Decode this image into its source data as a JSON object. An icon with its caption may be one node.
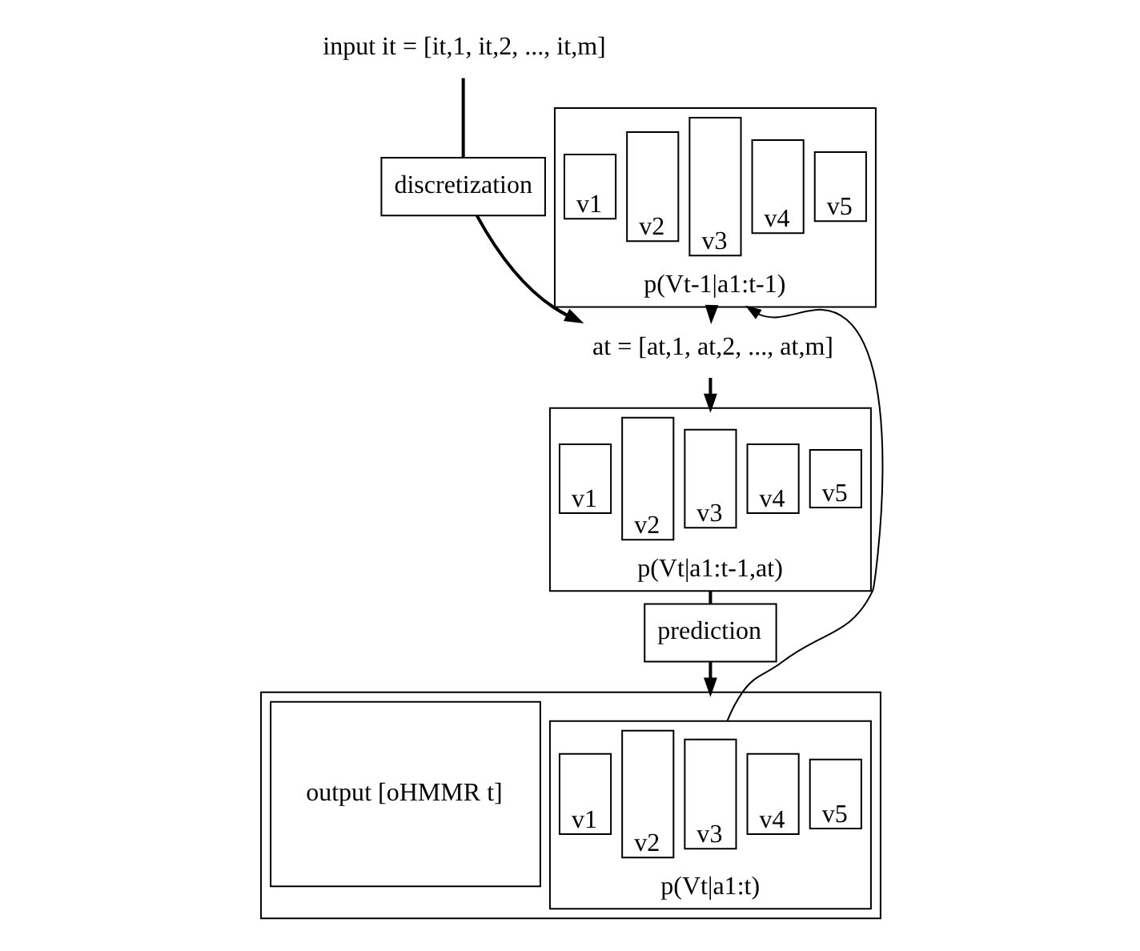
{
  "diagram": {
    "nodes": [
      {
        "text": [
          "input it = [it,1, it,2, ..., it,m]"
        ]
      },
      {
        "text": [
          "p(Vt-1|a1:t-1)"
        ]
      },
      {
        "text": [
          "v1"
        ],
        "in": 1
      },
      {
        "text": [
          "v2"
        ],
        "in": 1
      },
      {
        "text": [
          "v3"
        ],
        "in": 1
      },
      {
        "text": [
          "v4"
        ],
        "in": 1
      },
      {
        "text": [
          "v5"
        ],
        "in": 1
      },
      {
        "text": [
          "discretization"
        ]
      },
      {
        "text": [
          "at = [at,1, at,2, ..., at,m]"
        ]
      },
      {
        "text": [
          "p(Vt|a1:t-1,at)"
        ]
      },
      {
        "text": [
          "v1"
        ],
        "in": 9
      },
      {
        "text": [
          "v2"
        ],
        "in": 9
      },
      {
        "text": [
          "v3"
        ],
        "in": 9
      },
      {
        "text": [
          "v4"
        ],
        "in": 9
      },
      {
        "text": [
          "v5"
        ],
        "in": 9
      },
      {
        "text": [
          "prediction"
        ]
      },
      {
        "text": [],
        "shape": "box"
      },
      {
        "text": [
          "output [oHMMR t]"
        ],
        "in": 16
      },
      {
        "text": [
          "p(Vt|a1:t)"
        ],
        "in": 16
      },
      {
        "text": [
          "v1"
        ],
        "in": 18
      },
      {
        "text": [
          "v2"
        ],
        "in": 18
      },
      {
        "text": [
          "v3"
        ],
        "in": 18
      },
      {
        "text": [
          "v4"
        ],
        "in": 18
      },
      {
        "text": [
          "v5"
        ],
        "in": 18
      }
    ],
    "edges": [
      {
        "from": 0,
        "to": 7,
        "arrow": "none"
      },
      {
        "from": 7,
        "to": 8,
        "arrow": "to"
      },
      {
        "from": 1,
        "to": 8,
        "arrow": "to"
      },
      {
        "from": 8,
        "to": 9,
        "arrow": "to"
      },
      {
        "from": 9,
        "to": 15,
        "arrow": "none"
      },
      {
        "from": 15,
        "to": 16,
        "arrow": "to"
      },
      {
        "from": 18,
        "to": 1,
        "arrow": "to"
      }
    ]
  }
}
